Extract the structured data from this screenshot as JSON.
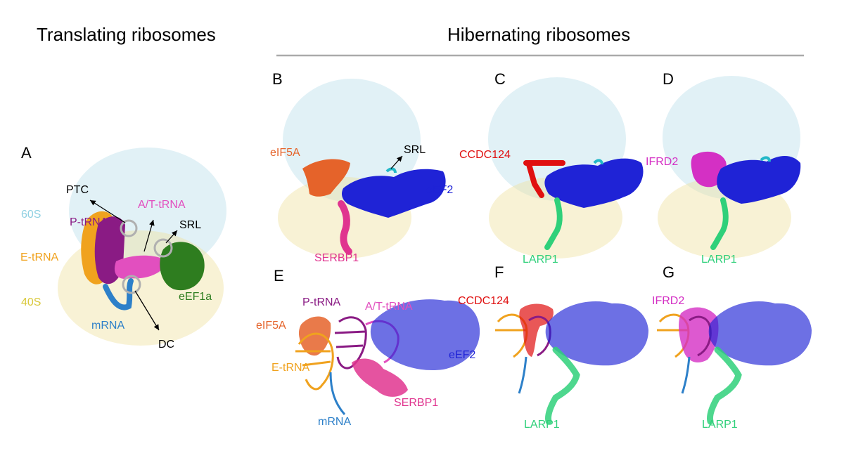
{
  "headings": {
    "translating": "Translating ribosomes",
    "hibernating": "Hibernating ribosomes"
  },
  "panels": {
    "A": {
      "letter": "A",
      "labels": {
        "s60": "60S",
        "s40": "40S",
        "ptrna": "P-tRNA",
        "etrna": "E-tRNA",
        "atrna": "A/T-tRNA",
        "ptc": "PTC",
        "srl": "SRL",
        "eef1a": "eEF1a",
        "mrna": "mRNA",
        "dc": "DC"
      }
    },
    "B": {
      "letter": "B",
      "labels": {
        "eif5a": "eIF5A",
        "srl": "SRL",
        "eef2": "eEF2",
        "serbp1": "SERBP1"
      }
    },
    "C": {
      "letter": "C",
      "labels": {
        "ccdc124": "CCDC124",
        "larp1": "LARP1"
      }
    },
    "D": {
      "letter": "D",
      "labels": {
        "ifrd2": "IFRD2",
        "larp1": "LARP1"
      }
    },
    "E": {
      "letter": "E",
      "labels": {
        "ptrna": "P-tRNA",
        "atrna": "A/T-tRNA",
        "eif5a": "eIF5A",
        "eef2": "eEF2",
        "etrna": "E-tRNA",
        "serbp1": "SERBP1",
        "mrna": "mRNA"
      }
    },
    "F": {
      "letter": "F",
      "labels": {
        "ccdc124": "CCDC124",
        "larp1": "LARP1"
      }
    },
    "G": {
      "letter": "G",
      "labels": {
        "ifrd2": "IFRD2",
        "larp1": "LARP1"
      }
    }
  },
  "colors": {
    "s60": "#a9d8e6",
    "s40": "#efe2a2",
    "ptrna": "#8a1b84",
    "etrna": "#f0a21e",
    "atrna": "#e24fbf",
    "eef1a": "#2e7d1f",
    "mrna": "#2d80c9",
    "eef2": "#1f23d6",
    "eif5a": "#e5632a",
    "serbp1": "#e0358f",
    "ccdc124": "#e01010",
    "ifrd2": "#d430c4",
    "larp1": "#2fd07a",
    "srl": "#23b8c8",
    "divider": "#aaaaaa"
  }
}
